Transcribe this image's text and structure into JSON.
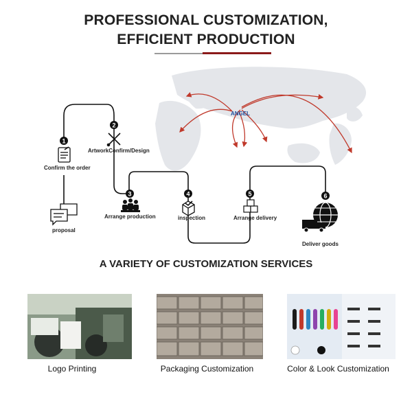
{
  "header": {
    "line1": "PROFESSIONAL CUSTOMIZATION,",
    "line2": "EFFICIENT PRODUCTION"
  },
  "colors": {
    "accent_red": "#c0392b",
    "dark_red": "#8b1a1a",
    "map_grey": "#e4e6ea",
    "text": "#222222"
  },
  "brand_logo_text": "ANGEL",
  "steps": [
    {
      "number": "1",
      "label": "Confirm the order",
      "icon": "document-icon"
    },
    {
      "number": "2",
      "label": "ArtworkConfirm/Design",
      "icon": "design-tools-icon"
    },
    {
      "number": "3",
      "label": "Arrange production",
      "icon": "workers-icon"
    },
    {
      "number": "4",
      "label": "inspection",
      "icon": "box-check-icon"
    },
    {
      "number": "5",
      "label": "Arrange delivery",
      "icon": "boxes-icon"
    },
    {
      "number": "6",
      "label": "Deliver goods",
      "icon": "globe-truck-icon"
    }
  ],
  "proposal": {
    "label": "proposal",
    "icon": "chat-bubbles-icon"
  },
  "services": {
    "title": "A VARIETY OF CUSTOMIZATION SERVICES",
    "items": [
      {
        "label": "Logo Printing"
      },
      {
        "label": "Packaging Customization"
      },
      {
        "label": "Color & Look Customization"
      }
    ]
  }
}
